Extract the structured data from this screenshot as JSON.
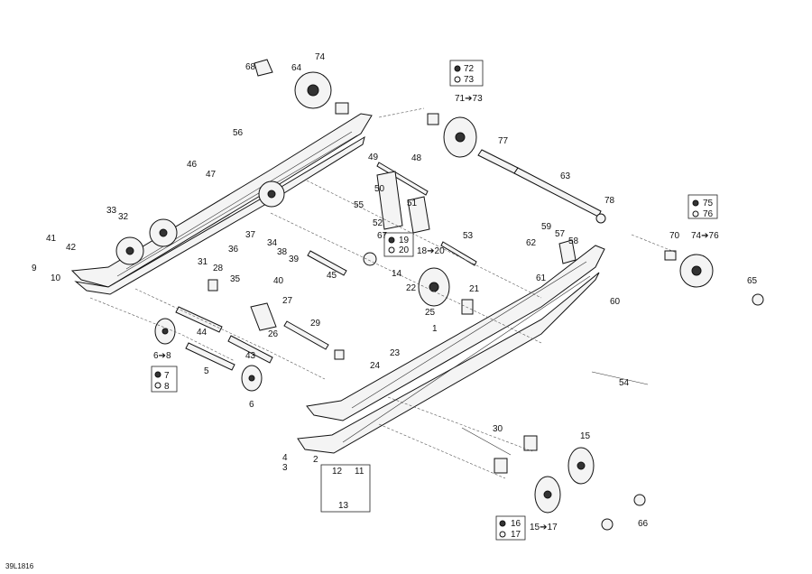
{
  "diagram_code": "39L1816",
  "labels": [
    "1",
    "2",
    "3",
    "4",
    "5",
    "6",
    "9",
    "10",
    "12",
    "11",
    "13",
    "14",
    "21",
    "22",
    "23",
    "24",
    "25",
    "26",
    "27",
    "28",
    "29",
    "30",
    "31",
    "32",
    "33",
    "34",
    "35",
    "36",
    "37",
    "38",
    "39",
    "40",
    "41",
    "42",
    "43",
    "44",
    "45",
    "46",
    "47",
    "48",
    "49",
    "50",
    "51",
    "52",
    "53",
    "54",
    "55",
    "56",
    "57",
    "58",
    "59",
    "60",
    "61",
    "62",
    "63",
    "64",
    "65",
    "66",
    "67",
    "68",
    "70",
    "74",
    "77",
    "78"
  ],
  "callouts": {
    "c72": "72",
    "c73": "73",
    "c7173": "71➔73",
    "c19": "19",
    "c20": "20",
    "c1820": "18➔20",
    "c75": "75",
    "c76": "76",
    "c7476": "74➔76",
    "c7": "7",
    "c8": "8",
    "c68": "6➔8",
    "c16": "16",
    "c17": "17",
    "c1517": "15➔17",
    "c15": "15"
  }
}
